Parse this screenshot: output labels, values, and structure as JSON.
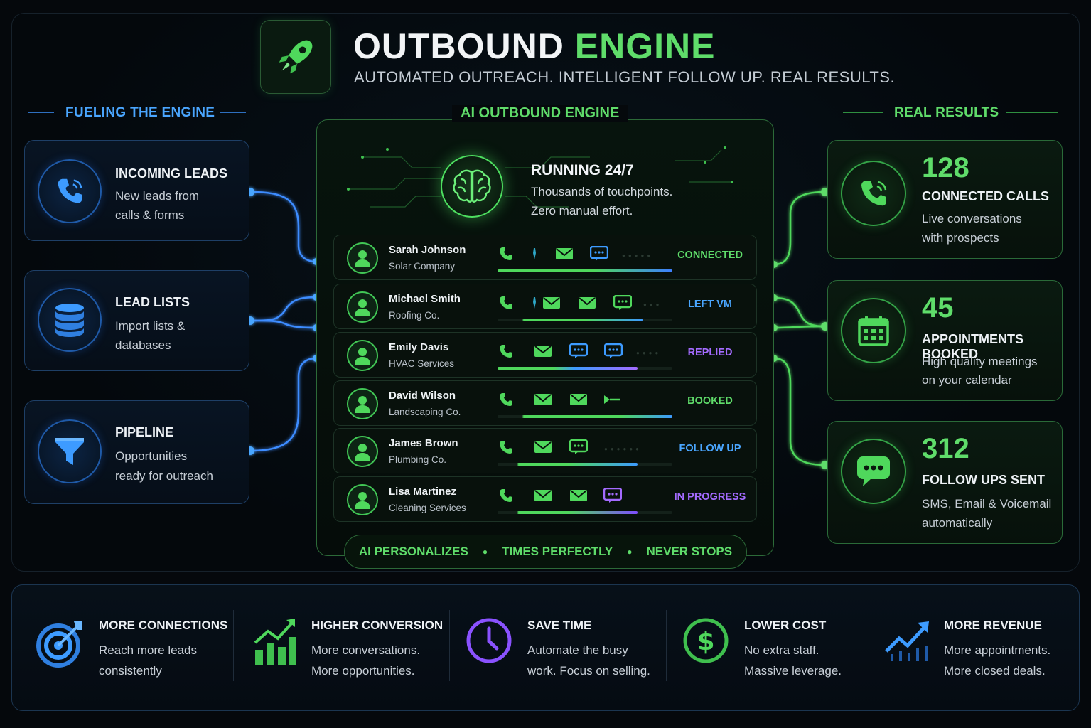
{
  "header": {
    "title_white": "OUTBOUND",
    "title_green": "ENGINE",
    "subtitle": "AUTOMATED OUTREACH. INTELLIGENT FOLLOW UP. REAL RESULTS.",
    "logo_icon": "rocket-icon"
  },
  "sections": {
    "left": "FUELING THE ENGINE",
    "center": "AI OUTBOUND ENGINE",
    "right": "REAL RESULTS"
  },
  "colors": {
    "green": "#5fdc6a",
    "blue": "#4aa6ff",
    "purple": "#a46bff",
    "background": "#05080c"
  },
  "inputs": [
    {
      "title": "INCOMING LEADS",
      "desc1": "New leads from",
      "desc2": "calls & forms",
      "icon": "phone-icon"
    },
    {
      "title": "LEAD LISTS",
      "desc1": "Import lists &",
      "desc2": "databases",
      "icon": "database-icon"
    },
    {
      "title": "PIPELINE",
      "desc1": "Opportunities",
      "desc2": "ready for outreach",
      "icon": "funnel-icon"
    }
  ],
  "engine": {
    "running_title": "RUNNING 24/7",
    "running_desc1": "Thousands of touchpoints.",
    "running_desc2": "Zero manual effort.",
    "icon": "brain-icon",
    "leads": [
      {
        "name": "Sarah Johnson",
        "company": "Solar Company",
        "status": "CONNECTED",
        "status_color": "#5fdc6a",
        "progress": 1.0
      },
      {
        "name": "Michael Smith",
        "company": "Roofing Co.",
        "status": "LEFT VM",
        "status_color": "#4aa6ff",
        "progress": 0.83
      },
      {
        "name": "Emily Davis",
        "company": "HVAC Services",
        "status": "REPLIED",
        "status_color": "#a46bff",
        "progress": 0.8
      },
      {
        "name": "David Wilson",
        "company": "Landscaping Co.",
        "status": "BOOKED",
        "status_color": "#5fdc6a",
        "progress": 1.0
      },
      {
        "name": "James Brown",
        "company": "Plumbing Co.",
        "status": "FOLLOW UP",
        "status_color": "#4aa6ff",
        "progress": 0.8
      },
      {
        "name": "Lisa Martinez",
        "company": "Cleaning Services",
        "status": "IN PROGRESS",
        "status_color": "#a46bff",
        "progress": 0.8
      }
    ],
    "footer": [
      "AI PERSONALIZES",
      "TIMES PERFECTLY",
      "NEVER STOPS"
    ]
  },
  "results": [
    {
      "value": "128",
      "title": "CONNECTED CALLS",
      "desc1": "Live conversations",
      "desc2": "with prospects",
      "icon": "phone-icon"
    },
    {
      "value": "45",
      "title": "APPOINTMENTS BOOKED",
      "desc1": "High quality meetings",
      "desc2": "on your calendar",
      "icon": "calendar-icon"
    },
    {
      "value": "312",
      "title": "FOLLOW UPS SENT",
      "desc1": "SMS, Email & Voicemail",
      "desc2": "automatically",
      "icon": "chat-icon"
    }
  ],
  "benefits": [
    {
      "title": "MORE CONNECTIONS",
      "desc1": "Reach more leads",
      "desc2": "consistently",
      "icon": "target-icon"
    },
    {
      "title": "HIGHER CONVERSION",
      "desc1": "More conversations.",
      "desc2": "More opportunities.",
      "icon": "growth-chart-icon"
    },
    {
      "title": "SAVE TIME",
      "desc1": "Automate the busy",
      "desc2": "work. Focus on selling.",
      "icon": "clock-icon"
    },
    {
      "title": "LOWER COST",
      "desc1": "No extra staff.",
      "desc2": "Massive leverage.",
      "icon": "dollar-icon"
    },
    {
      "title": "MORE REVENUE",
      "desc1": "More appointments.",
      "desc2": "More closed deals.",
      "icon": "trend-up-icon"
    }
  ]
}
